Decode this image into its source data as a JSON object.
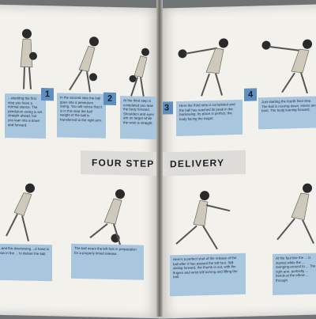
{
  "heading": {
    "left": "FOUR STEP",
    "right": "DELIVERY"
  },
  "step_numbers": [
    "1",
    "2",
    "3",
    "4"
  ],
  "captions": {
    "c0": "...standing the first step you have a normal stance. The pendulum swing is set straight ahead, but you lean into a down and forward.",
    "c1": "In the second step the ball goes into a pendulum swing. You will notice that it is in this step the ball weight of the ball is transferred to the right arm.",
    "c2": "At the third step is completed you lean the body forward. Shoulders and eyes are on target while the wrist is straight.",
    "c3": "Here the third step is completed and the ball has reached its peak in the backswing. Its place is perfect, the body facing the target.",
    "c4": "Just starting the fourth final step. The ball is moving down, knees are bent. The body leaning forward.",
    "c5": "...and the downswing ...d hand is now in the ... to deliver the ball.",
    "c6": "The ball nears the left foot in preparation for a properly timed release.",
    "c7": "Here's a perfect shot of the release of the ball after it has passed the left foot. Still sliding forward, the thumb is out, with the fingers and wrist still turning and lifting the ball.",
    "c8": "At the foul line the ... is started while the ... swinging around to ... The right arm, perfectly ... bends at the elbow ... through."
  },
  "colors": {
    "caption_blue": "#a9c6df",
    "number_blue": "#5d8fbf",
    "page": "#f3f1ec"
  }
}
